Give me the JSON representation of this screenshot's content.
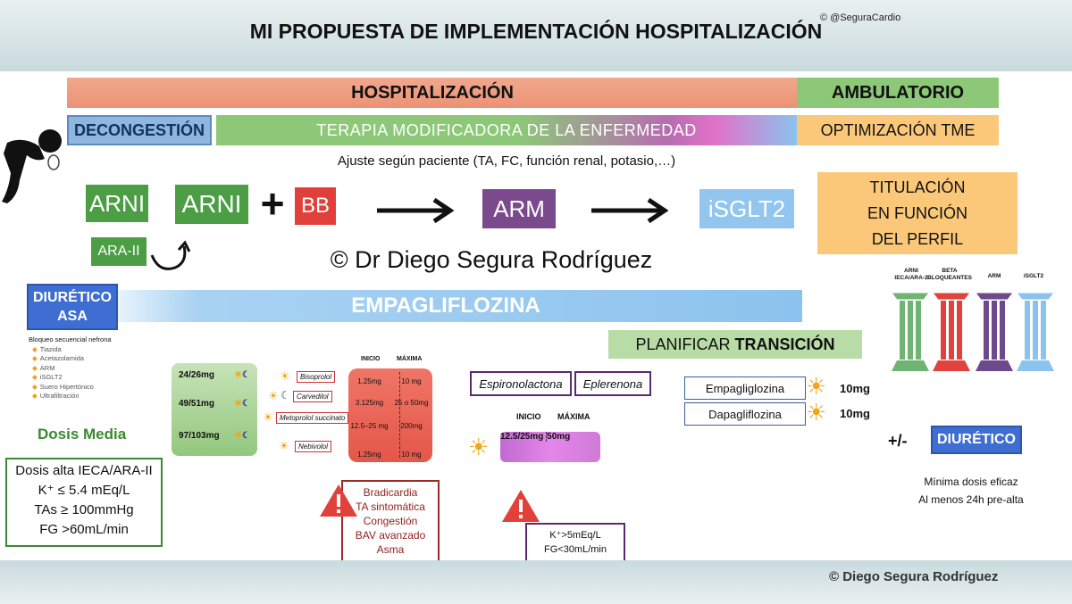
{
  "header": {
    "title": "MI PROPUESTA DE IMPLEMENTACIÓN HOSPITALIZACIÓN",
    "credit_top": "© @SeguraCardio"
  },
  "phases": {
    "hospitalizacion": "HOSPITALIZACIÓN",
    "ambulatorio": "AMBULATORIO",
    "decongestion": "DECONGESTIÓN",
    "terapia": "TERAPIA MODIFICADORA DE LA ENFERMEDAD",
    "optimizacion": "OPTIMIZACIÓN TME"
  },
  "ajuste": "Ajuste según paciente (TA, FC, función renal, potasio,…)",
  "sequence": {
    "arni": "ARNI",
    "ara_ii": "ARA-II",
    "arni_2": "ARNI",
    "plus": "+",
    "bb": "BB",
    "arm": "ARM",
    "isglt2": "iSGLT2"
  },
  "titulacion": [
    "TITULACIÓN",
    "EN FUNCIÓN",
    "DEL PERFIL"
  ],
  "watermark": "© Dr Diego Segura Rodríguez",
  "empagliflozina_bar": "EMPAGLIFLOZINA",
  "diuretico_asa": [
    "DIURÉTICO",
    "ASA"
  ],
  "bloqueo": {
    "title": "Bloqueo secuencial nefrona",
    "items": [
      "Tiazida",
      "Acetazolamida",
      "ARM",
      "iSGLT2",
      "Suero Hipertónico",
      "Ultrafiltración"
    ]
  },
  "planificar": {
    "prefix": "PLANIFICAR ",
    "bold": "TRANSICIÓN"
  },
  "dosis_media": "Dosis Media",
  "dosis_alta": [
    "Dosis alta IECA/ARA-II",
    "K⁺ ≤ 5.4 mEq/L",
    "TAs ≥ 100mmHg",
    "FG >60mL/min"
  ],
  "arni_doses": [
    "24/26mg",
    "49/51mg",
    "97/103mg"
  ],
  "bb_drugs": [
    "Bisoprolol",
    "Carvedilol",
    "Metoprolol succinato",
    "Nebivolol"
  ],
  "bb_table": {
    "headers": [
      "INICIO",
      "MÁXIMA"
    ],
    "rows": [
      {
        "inicio": "1.25mg",
        "maxima": "10 mg"
      },
      {
        "inicio": "3.125mg",
        "maxima": "25 o 50mg"
      },
      {
        "inicio": "12.5–25 mg",
        "maxima": "200mg"
      },
      {
        "inicio": "1.25mg",
        "maxima": "10 mg"
      }
    ]
  },
  "bb_warning": [
    "Bradicardia",
    "TA sintomática",
    "Congestión",
    "BAV avanzado",
    "Asma"
  ],
  "arm_drugs": [
    "Espironolactona",
    "Eplerenona"
  ],
  "arm_table": {
    "headers": [
      "INICIO",
      "MÁXIMA"
    ],
    "inicio": "12.5/25mg",
    "maxima": "50mg"
  },
  "arm_warning": [
    "K⁺>5mEq/L",
    "FG<30mL/min"
  ],
  "sglt2": [
    {
      "name": "Empagliglozina",
      "dose": "10mg"
    },
    {
      "name": "Dapagliflozina",
      "dose": "10mg"
    }
  ],
  "pillars": [
    {
      "label": "ARNI IECA/ARA-2",
      "color": "#6fb472"
    },
    {
      "label": "BETA BLOQUEANTES",
      "color": "#e0433d"
    },
    {
      "label": "ARM",
      "color": "#6d4a8c"
    },
    {
      "label": "iSGLT2",
      "color": "#8cc3ee"
    }
  ],
  "diuretico_amb": {
    "prefix": "+/-",
    "label": "DIURÉTICO"
  },
  "minima": [
    "Mínima dosis eficaz",
    "Al menos 24h pre-alta"
  ],
  "credit_bottom": "© Diego Segura Rodríguez",
  "colors": {
    "hosp": "#ec9275",
    "amb": "#8cc878",
    "green_tag": "#4b9e44",
    "red_tag": "#e13f3a",
    "purple_tag": "#7a4a8c",
    "blue_tag": "#92c6ee",
    "orange": "#fbc879"
  }
}
